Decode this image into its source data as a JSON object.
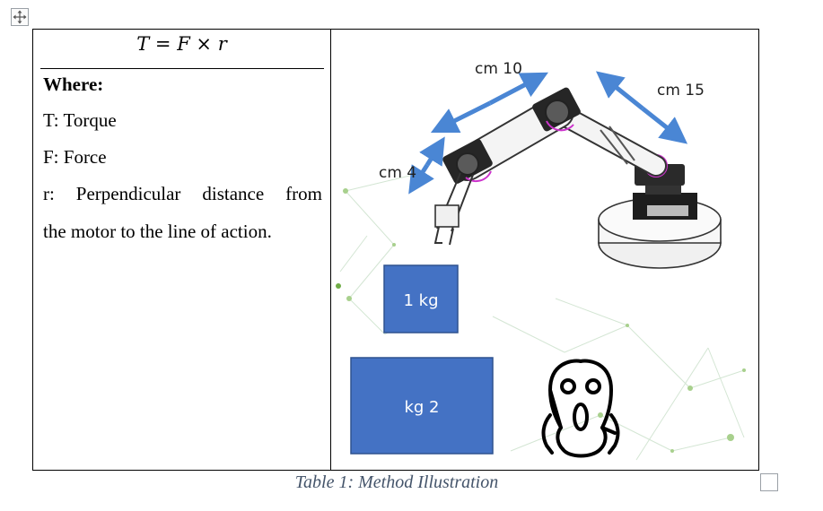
{
  "formula": "T = F × r",
  "definitions": {
    "heading": "Where:",
    "torque": "T: Torque",
    "force": "F: Force",
    "distance_line1": "r: Perpendicular distance from",
    "distance_line2": "the motor to the line of action."
  },
  "illustration": {
    "labels": {
      "len10": "cm 10",
      "len15": "cm 15",
      "len4": "cm 4",
      "weight1": "1 kg",
      "weight2": "kg 2"
    },
    "colors": {
      "arrow": "#4a86d4",
      "box_fill": "#4472c4",
      "box_border": "#2f528f",
      "joint_accent": "#cc33cc"
    },
    "icons": [
      "robotic-arm-image",
      "scream-face-icon"
    ]
  },
  "caption": "Table 1: Method Illustration"
}
